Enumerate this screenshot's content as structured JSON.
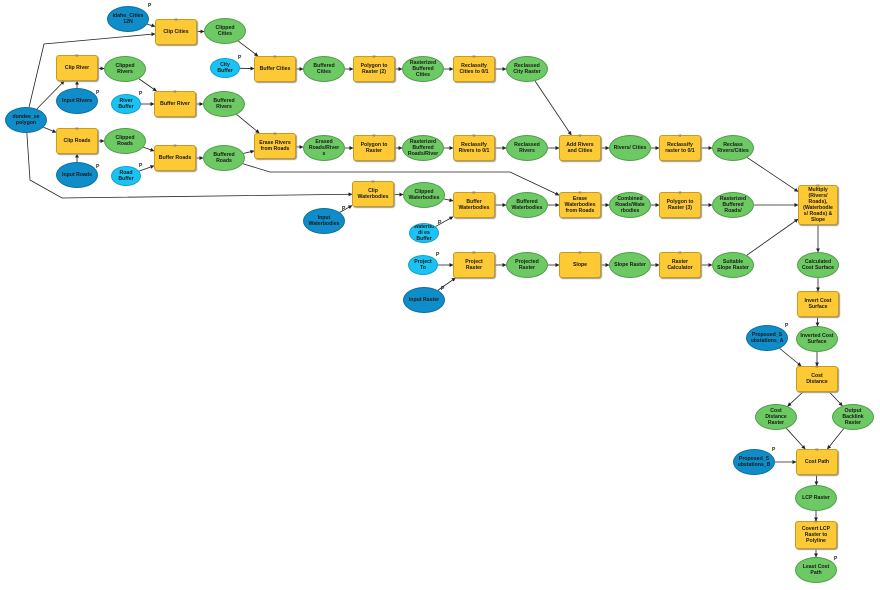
{
  "model": {
    "title": "Least Cost Path Model",
    "parameter_marker": "P",
    "colors": {
      "tool": "#fdc935",
      "derived_data": "#6cc963",
      "input_data": "#0e8dc9",
      "input_value": "#19c3f4",
      "connector": "#222222"
    },
    "nodes": [
      {
        "id": "idaho_cities",
        "type": "input",
        "label": "Idaho_Cities 12N",
        "param": true
      },
      {
        "id": "clip_cities",
        "type": "tool",
        "label": "Clip Cities"
      },
      {
        "id": "clipped_cities",
        "type": "data",
        "label": "Clipped Cities"
      },
      {
        "id": "city_buffer",
        "type": "param",
        "label": "City Buffer",
        "param": true
      },
      {
        "id": "buffer_cities",
        "type": "tool",
        "label": "Buffer Cities"
      },
      {
        "id": "buffered_cities",
        "type": "data",
        "label": "Buffered Cities"
      },
      {
        "id": "poly_raster_2",
        "type": "tool",
        "label": "Polygon to Raster (2)"
      },
      {
        "id": "rasterized_cities",
        "type": "data",
        "label": "Rasterized Buffered Cities"
      },
      {
        "id": "reclass_cities",
        "type": "tool",
        "label": "Reclassify Cities to 0/1"
      },
      {
        "id": "reclassed_city",
        "type": "data",
        "label": "Reclassed City Raster"
      },
      {
        "id": "dundee",
        "type": "input",
        "label": "dundee_se polygon"
      },
      {
        "id": "clip_river",
        "type": "tool",
        "label": "Clip River"
      },
      {
        "id": "input_rivers",
        "type": "input",
        "label": "Input Rivers",
        "param": true
      },
      {
        "id": "clipped_rivers",
        "type": "data",
        "label": "Clipped Rivers"
      },
      {
        "id": "river_buffer",
        "type": "param",
        "label": "River Buffer",
        "param": true
      },
      {
        "id": "buffer_river",
        "type": "tool",
        "label": "Buffer River"
      },
      {
        "id": "buffered_rivers",
        "type": "data",
        "label": "Buffered Rivers"
      },
      {
        "id": "clip_roads",
        "type": "tool",
        "label": "Clip Roads"
      },
      {
        "id": "input_roads",
        "type": "input",
        "label": "Input Roads",
        "param": true
      },
      {
        "id": "clipped_roads",
        "type": "data",
        "label": "Clipped Roads"
      },
      {
        "id": "road_buffer",
        "type": "param",
        "label": "Road Buffer",
        "param": true
      },
      {
        "id": "buffer_roads",
        "type": "tool",
        "label": "Buffer Roads"
      },
      {
        "id": "buffered_roads",
        "type": "data",
        "label": "Buffered Roads"
      },
      {
        "id": "erase_rivers",
        "type": "tool",
        "label": "Erase Rivers from Roads"
      },
      {
        "id": "erased_roads",
        "type": "data",
        "label": "Erased Roads/River s"
      },
      {
        "id": "poly_raster",
        "type": "tool",
        "label": "Polygon to Raster"
      },
      {
        "id": "rasterized_roads_river",
        "type": "data",
        "label": "Rasterized Buffered Roads/River"
      },
      {
        "id": "reclass_rivers",
        "type": "tool",
        "label": "Reclassify Rivers to 0/1"
      },
      {
        "id": "reclassed_rivers",
        "type": "data",
        "label": "Reclassed Rivers"
      },
      {
        "id": "add_rivers_cities",
        "type": "tool",
        "label": "Add Rivers and Cities"
      },
      {
        "id": "rivers_cities",
        "type": "data",
        "label": "Rivers/ Cities"
      },
      {
        "id": "reclass_raster",
        "type": "tool",
        "label": "Reclassify raster to 0/1"
      },
      {
        "id": "reclass_rivers_cities",
        "type": "data",
        "label": "Reclass Rivers/Cities"
      },
      {
        "id": "clip_waterbodies",
        "type": "tool",
        "label": "Clip Waterbodies"
      },
      {
        "id": "input_waterbodies",
        "type": "input",
        "label": "Input Waterbodies",
        "param": true
      },
      {
        "id": "clipped_waterbodies",
        "type": "data",
        "label": "Clipped Waterbodies"
      },
      {
        "id": "buffer_waterbodies",
        "type": "tool",
        "label": "Buffer Waterbodies"
      },
      {
        "id": "waterbodies_buffer",
        "type": "param",
        "label": "Waterbodi es Buffer",
        "param": true
      },
      {
        "id": "buffered_waterbodies",
        "type": "data",
        "label": "Buffered Waterbodies"
      },
      {
        "id": "erase_waterbodies",
        "type": "tool",
        "label": "Erase Waterbodies from Roads"
      },
      {
        "id": "combined_roads",
        "type": "data",
        "label": "Combined Roads/Wate rbodies"
      },
      {
        "id": "poly_raster_3",
        "type": "tool",
        "label": "Polygon to Raster (3)"
      },
      {
        "id": "rasterized_roads",
        "type": "data",
        "label": "Rasterized Buffered Roads/"
      },
      {
        "id": "project_to",
        "type": "param",
        "label": "Project To",
        "param": true
      },
      {
        "id": "project_raster",
        "type": "tool",
        "label": "Project Raster"
      },
      {
        "id": "input_raster",
        "type": "input",
        "label": "Input Raster",
        "param": true
      },
      {
        "id": "projected_raster",
        "type": "data",
        "label": "Projected Raster"
      },
      {
        "id": "slope",
        "type": "tool",
        "label": "Slope"
      },
      {
        "id": "slope_raster",
        "type": "data",
        "label": "Slope Raster"
      },
      {
        "id": "raster_calc",
        "type": "tool",
        "label": "Raster Calculator"
      },
      {
        "id": "suitable_slope",
        "type": "data",
        "label": "Suitable Slope Raster"
      },
      {
        "id": "multiply",
        "type": "tool",
        "label": "Multiply (Rivers/ Roads), (Waterbodies/ Roads) & Slope"
      },
      {
        "id": "calc_cost",
        "type": "data",
        "label": "Calculated Cost Surface"
      },
      {
        "id": "invert_cost",
        "type": "tool",
        "label": "Invert Cost Surface"
      },
      {
        "id": "proposed_a",
        "type": "input",
        "label": "Proposed_S ubstations_A",
        "param": true
      },
      {
        "id": "inverted_cost",
        "type": "data",
        "label": "Inverted Cost Surface"
      },
      {
        "id": "cost_distance",
        "type": "tool",
        "label": "Cost Distance"
      },
      {
        "id": "cost_dist_raster",
        "type": "data",
        "label": "Cost Distance Raster"
      },
      {
        "id": "backlink",
        "type": "data",
        "label": "Output Backlink Raster"
      },
      {
        "id": "proposed_b",
        "type": "input",
        "label": "Proposed_S ubstations_B",
        "param": true
      },
      {
        "id": "cost_path",
        "type": "tool",
        "label": "Cost Path"
      },
      {
        "id": "lcp_raster",
        "type": "data",
        "label": "LCP Raster"
      },
      {
        "id": "convert_lcp",
        "type": "tool",
        "label": "Covert LCP Raster to Polyline"
      },
      {
        "id": "least_cost_path",
        "type": "data",
        "label": "Least Cost Path",
        "param": true
      }
    ],
    "edges": [
      [
        "idaho_cities",
        "clip_cities"
      ],
      [
        "dundee",
        "clip_cities"
      ],
      [
        "clip_cities",
        "clipped_cities"
      ],
      [
        "clipped_cities",
        "buffer_cities"
      ],
      [
        "city_buffer",
        "buffer_cities"
      ],
      [
        "buffer_cities",
        "buffered_cities"
      ],
      [
        "buffered_cities",
        "poly_raster_2"
      ],
      [
        "poly_raster_2",
        "rasterized_cities"
      ],
      [
        "rasterized_cities",
        "reclass_cities"
      ],
      [
        "reclass_cities",
        "reclassed_city"
      ],
      [
        "reclassed_city",
        "add_rivers_cities"
      ],
      [
        "dundee",
        "clip_river"
      ],
      [
        "input_rivers",
        "clip_river"
      ],
      [
        "clip_river",
        "clipped_rivers"
      ],
      [
        "clipped_rivers",
        "buffer_river"
      ],
      [
        "river_buffer",
        "buffer_river"
      ],
      [
        "buffer_river",
        "buffered_rivers"
      ],
      [
        "buffered_rivers",
        "erase_rivers"
      ],
      [
        "dundee",
        "clip_roads"
      ],
      [
        "input_roads",
        "clip_roads"
      ],
      [
        "clip_roads",
        "clipped_roads"
      ],
      [
        "clipped_roads",
        "buffer_roads"
      ],
      [
        "road_buffer",
        "buffer_roads"
      ],
      [
        "buffer_roads",
        "buffered_roads"
      ],
      [
        "buffered_roads",
        "erase_rivers"
      ],
      [
        "buffered_roads",
        "erase_waterbodies"
      ],
      [
        "erase_rivers",
        "erased_roads"
      ],
      [
        "erased_roads",
        "poly_raster"
      ],
      [
        "poly_raster",
        "rasterized_roads_river"
      ],
      [
        "rasterized_roads_river",
        "reclass_rivers"
      ],
      [
        "reclass_rivers",
        "reclassed_rivers"
      ],
      [
        "reclassed_rivers",
        "add_rivers_cities"
      ],
      [
        "add_rivers_cities",
        "rivers_cities"
      ],
      [
        "rivers_cities",
        "reclass_raster"
      ],
      [
        "reclass_raster",
        "reclass_rivers_cities"
      ],
      [
        "reclass_rivers_cities",
        "multiply"
      ],
      [
        "dundee",
        "clip_waterbodies"
      ],
      [
        "input_waterbodies",
        "clip_waterbodies"
      ],
      [
        "clip_waterbodies",
        "clipped_waterbodies"
      ],
      [
        "clipped_waterbodies",
        "buffer_waterbodies"
      ],
      [
        "waterbodies_buffer",
        "buffer_waterbodies"
      ],
      [
        "buffer_waterbodies",
        "buffered_waterbodies"
      ],
      [
        "buffered_waterbodies",
        "erase_waterbodies"
      ],
      [
        "erase_waterbodies",
        "combined_roads"
      ],
      [
        "combined_roads",
        "poly_raster_3"
      ],
      [
        "poly_raster_3",
        "rasterized_roads"
      ],
      [
        "rasterized_roads",
        "multiply"
      ],
      [
        "project_to",
        "project_raster"
      ],
      [
        "input_raster",
        "project_raster"
      ],
      [
        "project_raster",
        "projected_raster"
      ],
      [
        "projected_raster",
        "slope"
      ],
      [
        "slope",
        "slope_raster"
      ],
      [
        "slope_raster",
        "raster_calc"
      ],
      [
        "raster_calc",
        "suitable_slope"
      ],
      [
        "suitable_slope",
        "multiply"
      ],
      [
        "multiply",
        "calc_cost"
      ],
      [
        "calc_cost",
        "invert_cost"
      ],
      [
        "invert_cost",
        "inverted_cost"
      ],
      [
        "inverted_cost",
        "cost_distance"
      ],
      [
        "proposed_a",
        "cost_distance"
      ],
      [
        "cost_distance",
        "cost_dist_raster"
      ],
      [
        "cost_distance",
        "backlink"
      ],
      [
        "cost_dist_raster",
        "cost_path"
      ],
      [
        "backlink",
        "cost_path"
      ],
      [
        "proposed_b",
        "cost_path"
      ],
      [
        "cost_path",
        "lcp_raster"
      ],
      [
        "lcp_raster",
        "convert_lcp"
      ],
      [
        "convert_lcp",
        "least_cost_path"
      ]
    ]
  }
}
